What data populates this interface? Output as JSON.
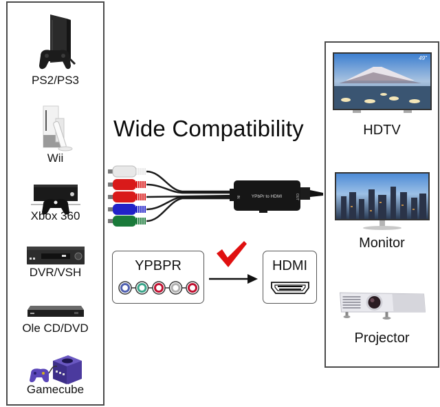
{
  "title": "Wide Compatibility",
  "sources": [
    {
      "label": "PS2/PS3",
      "icon": "ps2-console-icon"
    },
    {
      "label": "Wii",
      "icon": "wii-console-icon"
    },
    {
      "label": "Xbox 360",
      "icon": "xbox-console-icon"
    },
    {
      "label": "DVR/VSH",
      "icon": "vcr-player-icon"
    },
    {
      "label": "Ole CD/DVD",
      "icon": "dvd-player-icon"
    },
    {
      "label": "Gamecube",
      "icon": "gamecube-console-icon"
    }
  ],
  "displays": [
    {
      "label": "HDTV",
      "icon": "hdtv-icon",
      "badge": "49\""
    },
    {
      "label": "Monitor",
      "icon": "monitor-icon"
    },
    {
      "label": "Projector",
      "icon": "projector-icon"
    }
  ],
  "converter": {
    "label": "YPbPr to HDMI",
    "in_label": "IN",
    "out_label": "OUT",
    "plug_colors": [
      "#e8e8e8",
      "#d91a1a",
      "#d91a1a",
      "#2222c8",
      "#1a7a3a"
    ]
  },
  "diagram": {
    "input_label": "YPBPR",
    "output_label": "HDMI",
    "check_color": "#e01010",
    "jack_colors": [
      "#5060b0",
      "#3aa58a",
      "#c01030",
      "#b0b0b0",
      "#c01030"
    ]
  }
}
